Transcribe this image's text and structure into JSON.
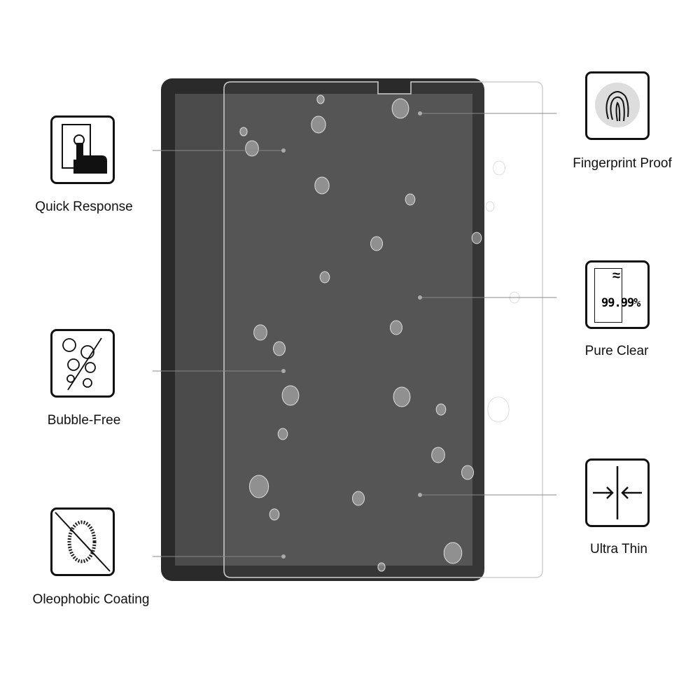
{
  "features": {
    "quick_response": "Quick Response",
    "bubble_free": "Bubble-Free",
    "oleophobic": "Oleophobic Coating",
    "fingerprint": "Fingerprint Proof",
    "pure_clear": "Pure Clear",
    "ultra_thin": "Ultra Thin"
  },
  "pure_clear_value": "99.99%",
  "colors": {
    "tablet": "#2b2b2b",
    "screen": "#4a4a4a",
    "line": "#888888"
  }
}
